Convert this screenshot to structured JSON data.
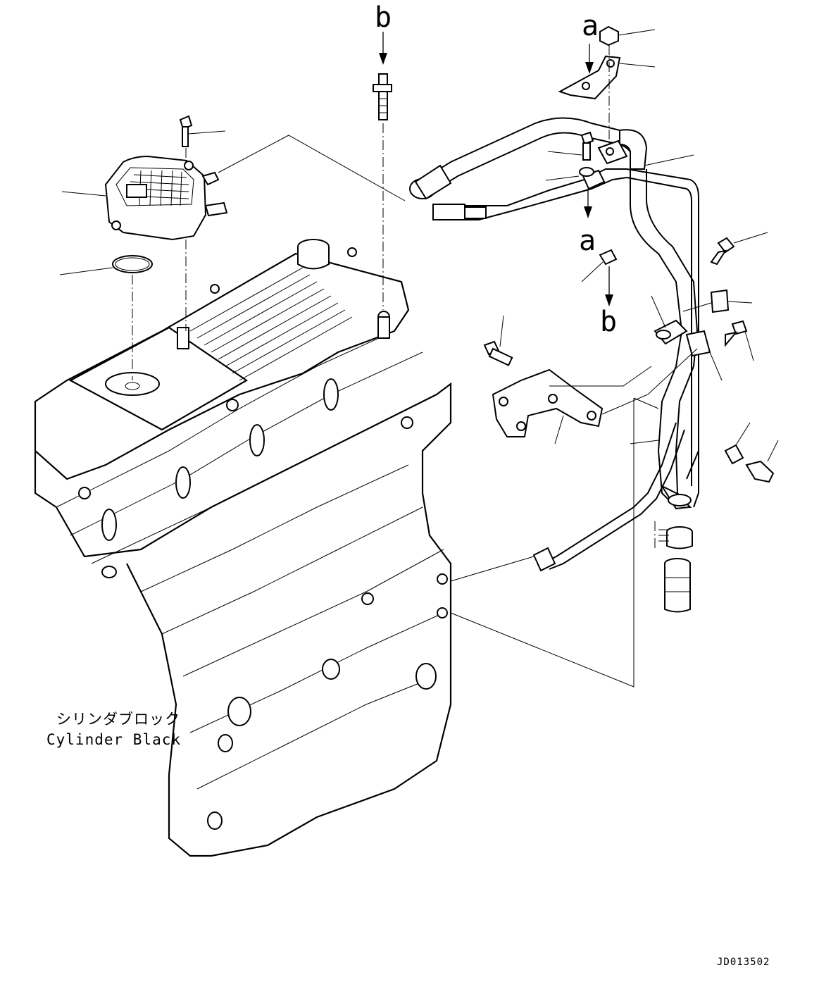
{
  "callouts": {
    "a_top": "a",
    "a_bottom": "a",
    "b_top": "b",
    "b_bottom": "b"
  },
  "notes": {
    "cylinder_block_jp": "シリンダブロック",
    "cylinder_block_en": "Cylinder Black"
  },
  "drawing_id": "JD013502"
}
